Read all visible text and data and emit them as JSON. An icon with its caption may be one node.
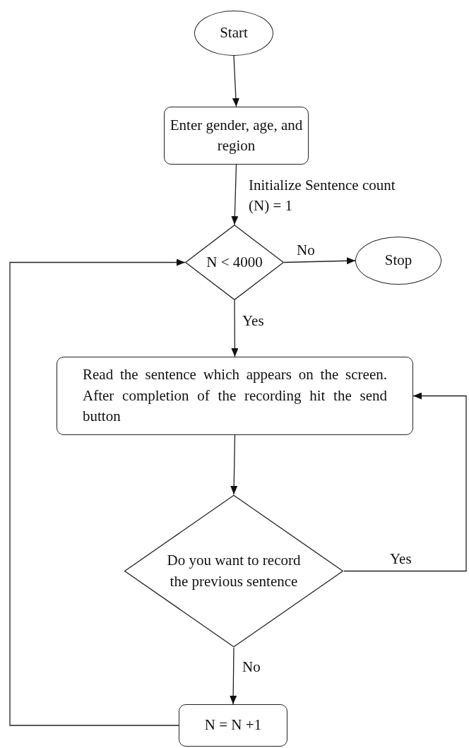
{
  "diagram": {
    "nodes": [
      {
        "text": [
          "Start"
        ]
      },
      {
        "text": [
          "Enter gender, age, and region"
        ]
      },
      {
        "text": [
          "N < 4000"
        ]
      },
      {
        "text": [
          "Stop"
        ]
      },
      {
        "text": [
          "Read the sentence which appears on the screen. After completion of the recording hit the send button"
        ]
      },
      {
        "text": [
          "Do you want to record the previous sentence"
        ]
      },
      {
        "text": [
          "N = N +1"
        ]
      }
    ],
    "edges": [
      {
        "from": 0,
        "to": 1,
        "arrow": "to"
      },
      {
        "from": 1,
        "to": 2,
        "arrow": "to",
        "label": "Initialize Sentence count (N) = 1"
      },
      {
        "from": 2,
        "to": 3,
        "arrow": "to",
        "label": "No"
      },
      {
        "from": 2,
        "to": 4,
        "arrow": "to",
        "label": "Yes"
      },
      {
        "from": 4,
        "to": 5,
        "arrow": "to"
      },
      {
        "from": 5,
        "to": 4,
        "arrow": "to",
        "label": "Yes"
      },
      {
        "from": 5,
        "to": 6,
        "arrow": "to",
        "label": "No"
      },
      {
        "from": 6,
        "to": 2,
        "arrow": "to"
      }
    ]
  }
}
